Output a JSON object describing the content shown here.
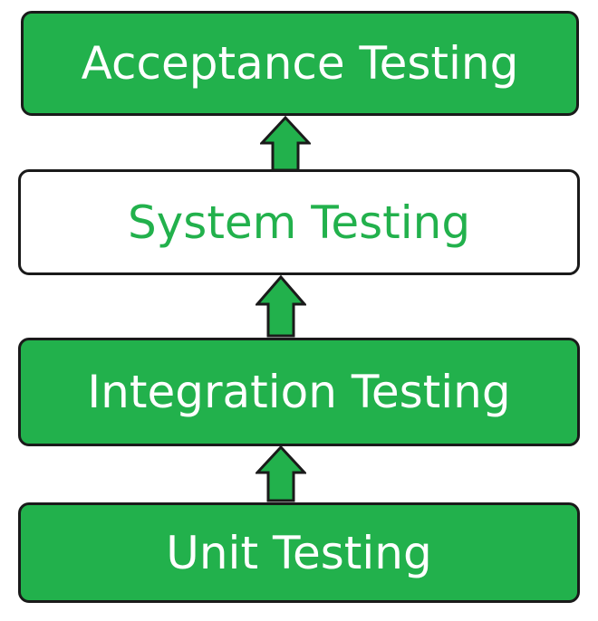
{
  "colors": {
    "green": "#22b14c",
    "white": "#ffffff",
    "outline": "#1a1a1a"
  },
  "levels": [
    {
      "label": "Acceptance Testing",
      "fill": "green"
    },
    {
      "label": "System Testing",
      "fill": "white"
    },
    {
      "label": "Integration Testing",
      "fill": "green"
    },
    {
      "label": "Unit Testing",
      "fill": "green"
    }
  ]
}
